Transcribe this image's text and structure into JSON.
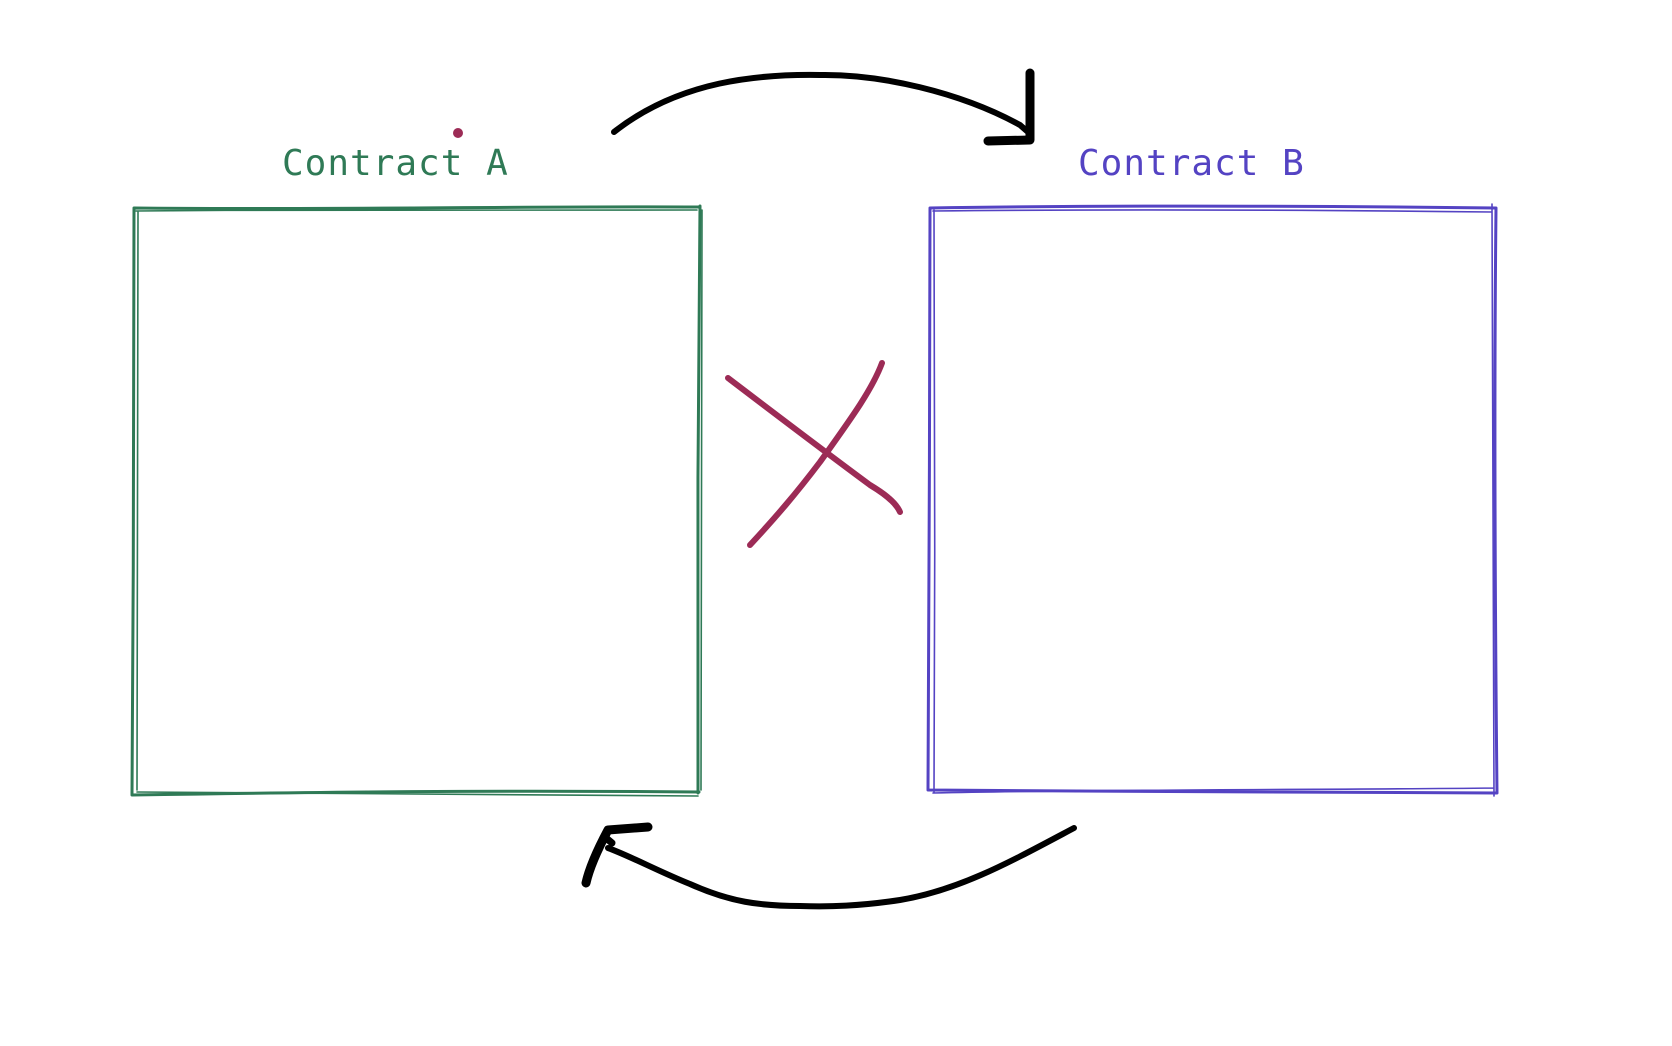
{
  "diagram": {
    "nodes": [
      {
        "id": "contract-a",
        "label": "Contract A",
        "color": "#2f7a56"
      },
      {
        "id": "contract-b",
        "label": "Contract B",
        "color": "#5443c3"
      }
    ],
    "edges": [
      {
        "from": "contract-a",
        "to": "contract-b",
        "color": "#000000"
      },
      {
        "from": "contract-b",
        "to": "contract-a",
        "color": "#000000"
      }
    ],
    "marks": {
      "cross": {
        "color": "#9c2b56",
        "icon": "cross-icon"
      },
      "dot": {
        "color": "#9c2b56"
      }
    }
  }
}
